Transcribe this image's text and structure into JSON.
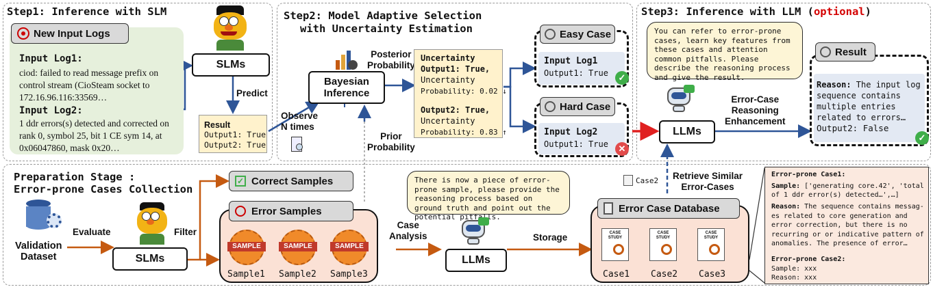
{
  "step1": {
    "title": "Step1: Inference with SLM",
    "new_input_logs": "New Input Logs",
    "log1_title": "Input Log1:",
    "log1_text": "ciod: failed to read message prefix on control stream (CioSteam socket to 172.16.96.116:33569…",
    "log2_title": "Input Log2:",
    "log2_text": "1 ddr errors(s) detected and corrected on rank 0, symbol 25, bit 1 CE sym 14, at 0x06047860, mask 0x20…",
    "slms": "SLMs",
    "predict": "Predict",
    "result_title": "Result",
    "result_line1": "Output1: True",
    "result_line2": "Output2: True",
    "observe": "Observe\nN times"
  },
  "step2": {
    "title_line1": "Step2: Model Adaptive Selection",
    "title_line2": "with Uncertainty Estimation",
    "posterior": "Posterior\nProbability",
    "bayesian": "Bayesian\nInference",
    "prior": "Prior\nProbability",
    "unc_title": "Uncertainty",
    "unc_o1_a": "Output1: True,",
    "unc_o1_b": "Uncertainty",
    "unc_o1_c": "Probability: 0.02 ↓",
    "unc_o2_a": "Output2: True,",
    "unc_o2_b": "Uncertainty",
    "unc_o2_c": "Probability: 0.83 ↑",
    "easy_case": "Easy Case",
    "easy_l1": "Input Log1",
    "easy_l2": "Output1: True",
    "hard_case": "Hard Case",
    "hard_l1": "Input Log2",
    "hard_l2": "Output1: True"
  },
  "step3": {
    "title_main": "Step3: Inference with LLM (",
    "title_opt": "optional",
    "title_end": ")",
    "bubble": "You can refer to error-prone cases, learn key features from these cases and attention common pitfalls. Please describe the reasoning process and give the result.",
    "llms": "LLMs",
    "enhancement": "Error-Case\nReasoning\nEnhancement",
    "result": "Result",
    "reason_label": "Reason:",
    "reason_text": " The input log sequence contains multiple entries related to errors…",
    "output2": "Output2: False",
    "retrieve": "Retrieve Similar\nError-Cases",
    "case2_tag": "Case2"
  },
  "prep": {
    "title_line1": "Preparation Stage :",
    "title_line2": "Error-prone Cases Collection",
    "validation": "Validation\nDataset",
    "evaluate": "Evaluate",
    "slms": "SLMs",
    "filter": "Filter",
    "correct": "Correct Samples",
    "error": "Error Samples",
    "sample_badge": "SAMPLE",
    "samples": [
      "Sample1",
      "Sample2",
      "Sample3"
    ],
    "case_analysis": "Case\nAnalysis",
    "bubble": "There is now a piece of error-prone sample, please provide the reasoning process based on ground truth and point out the potential pitfalls.",
    "llms": "LLMs",
    "storage": "Storage",
    "db": "Error Case Database",
    "case_study": "CASE\nSTUDY",
    "cases": [
      "Case1",
      "Case2",
      "Case3"
    ]
  },
  "details": {
    "c1_title": "Error-prone Case1:",
    "c1_sample_label": "Sample:",
    "c1_sample_text": " ['generating core.42', 'total of 1 ddr error(s) detected…',…]",
    "c1_reason_label": "Reason:",
    "c1_reason_text": " The sequence contains messag-es related to core generation and error correction, but there is no recurring or or indicative pattern of anomalies. The presence of error…",
    "c2_title": "Error-prone Case2:",
    "c2_sample": "Sample: xxx",
    "c2_reason": "Reason: xxx"
  },
  "colors": {
    "arrow_blue": "#2e5597",
    "arrow_orange": "#c55a11",
    "arrow_red": "#e02020",
    "log_green": "#e6f0dc",
    "sample_pink": "#fbe1d5",
    "easy_blue": "#e3e9f3",
    "yellow_note": "#fff2cc",
    "bubble_yellow": "#fdf5d6",
    "check_green": "#3fae49",
    "cross_red": "#e24b4b",
    "optional_red": "#d40000"
  }
}
